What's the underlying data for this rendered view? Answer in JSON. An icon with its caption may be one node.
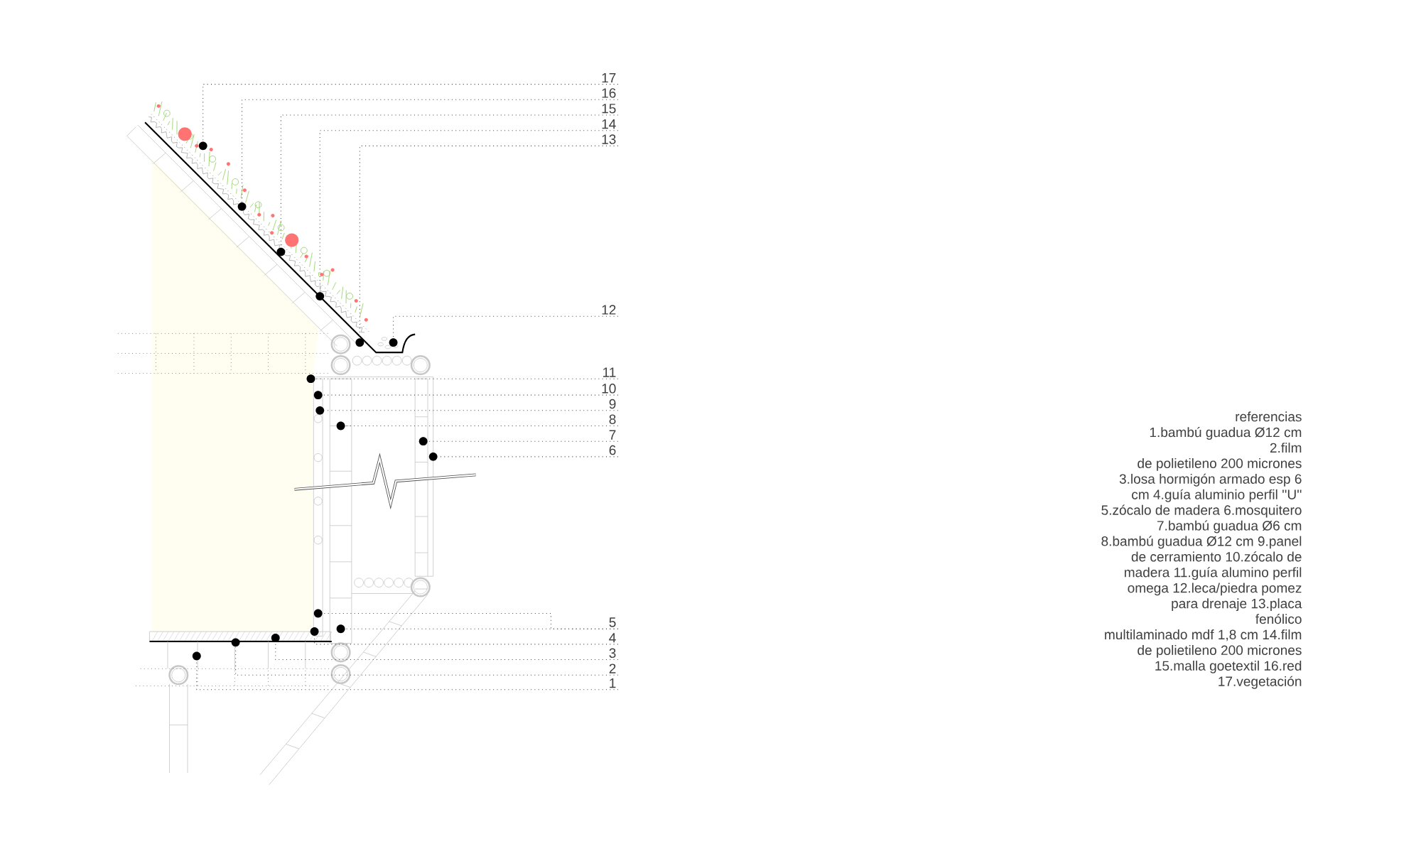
{
  "diagram": {
    "nodes": [
      {
        "text": [
          "17"
        ]
      },
      {
        "text": [
          "16"
        ]
      },
      {
        "text": [
          "15"
        ]
      },
      {
        "text": [
          "14"
        ]
      },
      {
        "text": [
          "13"
        ]
      },
      {
        "text": [
          "12"
        ]
      },
      {
        "text": [
          "11"
        ]
      },
      {
        "text": [
          "10"
        ]
      },
      {
        "text": [
          "9"
        ]
      },
      {
        "text": [
          "8"
        ]
      },
      {
        "text": [
          "7"
        ]
      },
      {
        "text": [
          "6"
        ]
      },
      {
        "text": [
          "5"
        ]
      },
      {
        "text": [
          "4"
        ]
      },
      {
        "text": [
          "3"
        ]
      },
      {
        "text": [
          "2"
        ]
      },
      {
        "text": [
          "1"
        ]
      },
      {
        "text": [],
        "shape": "circle"
      },
      {
        "text": [],
        "shape": "circle"
      },
      {
        "text": [],
        "shape": "circle"
      },
      {
        "text": [],
        "shape": "circle"
      },
      {
        "text": [],
        "shape": "circle"
      },
      {
        "text": [],
        "shape": "circle"
      },
      {
        "text": [],
        "shape": "circle"
      },
      {
        "text": [],
        "shape": "circle"
      },
      {
        "text": [],
        "shape": "circle"
      },
      {
        "text": [],
        "shape": "circle"
      },
      {
        "text": [],
        "shape": "circle"
      },
      {
        "text": [],
        "shape": "circle"
      },
      {
        "text": [],
        "shape": "circle"
      },
      {
        "text": [],
        "shape": "circle"
      },
      {
        "text": [],
        "shape": "circle"
      },
      {
        "text": [],
        "shape": "circle"
      },
      {
        "text": [],
        "shape": "circle"
      },
      {
        "text": [],
        "shape": "circle"
      }
    ],
    "edges": [
      {
        "from": 0,
        "to": 17,
        "arrow": "none"
      },
      {
        "from": 1,
        "to": 18,
        "arrow": "none"
      },
      {
        "from": 2,
        "to": 19,
        "arrow": "none"
      },
      {
        "from": 3,
        "to": 20,
        "arrow": "none"
      },
      {
        "from": 4,
        "to": 21,
        "arrow": "none"
      },
      {
        "from": 5,
        "to": 22,
        "arrow": "none"
      },
      {
        "from": 6,
        "to": 23,
        "arrow": "none"
      },
      {
        "from": 7,
        "to": 24,
        "arrow": "none"
      },
      {
        "from": 8,
        "to": 25,
        "arrow": "none"
      },
      {
        "from": 9,
        "to": 26,
        "arrow": "none"
      },
      {
        "from": 10,
        "to": 27,
        "arrow": "none"
      },
      {
        "from": 11,
        "to": 28,
        "arrow": "none"
      },
      {
        "from": 12,
        "to": 29,
        "arrow": "none"
      },
      {
        "from": 12,
        "to": 30,
        "arrow": "none"
      },
      {
        "from": 13,
        "to": 31,
        "arrow": "none"
      },
      {
        "from": 14,
        "to": 32,
        "arrow": "none"
      },
      {
        "from": 15,
        "to": 33,
        "arrow": "none"
      },
      {
        "from": 16,
        "to": 34,
        "arrow": "none"
      }
    ],
    "labels": [
      "referencias",
      "1.bambú guadua Ø12 cm",
      "2.film",
      "de polietileno 200 micrones",
      "3.losa hormigón armado esp 6",
      "cm 4.guía aluminio perfil ''U''",
      "5.zócalo de madera 6.mosquitero",
      "7.bambú guadua Ø6 cm",
      "8.bambú guadua Ø12 cm 9.panel",
      "de cerramiento 10.zócalo de",
      "madera 11.guía alumino perfil",
      "omega 12.leca/piedra pomez",
      "para drenaje 13.placa",
      "fenólico",
      "multilaminado mdf 1,8 cm 14.film",
      "de polietileno 200 micrones",
      "15.malla goetextil 16.red",
      "17.vegetación"
    ]
  }
}
